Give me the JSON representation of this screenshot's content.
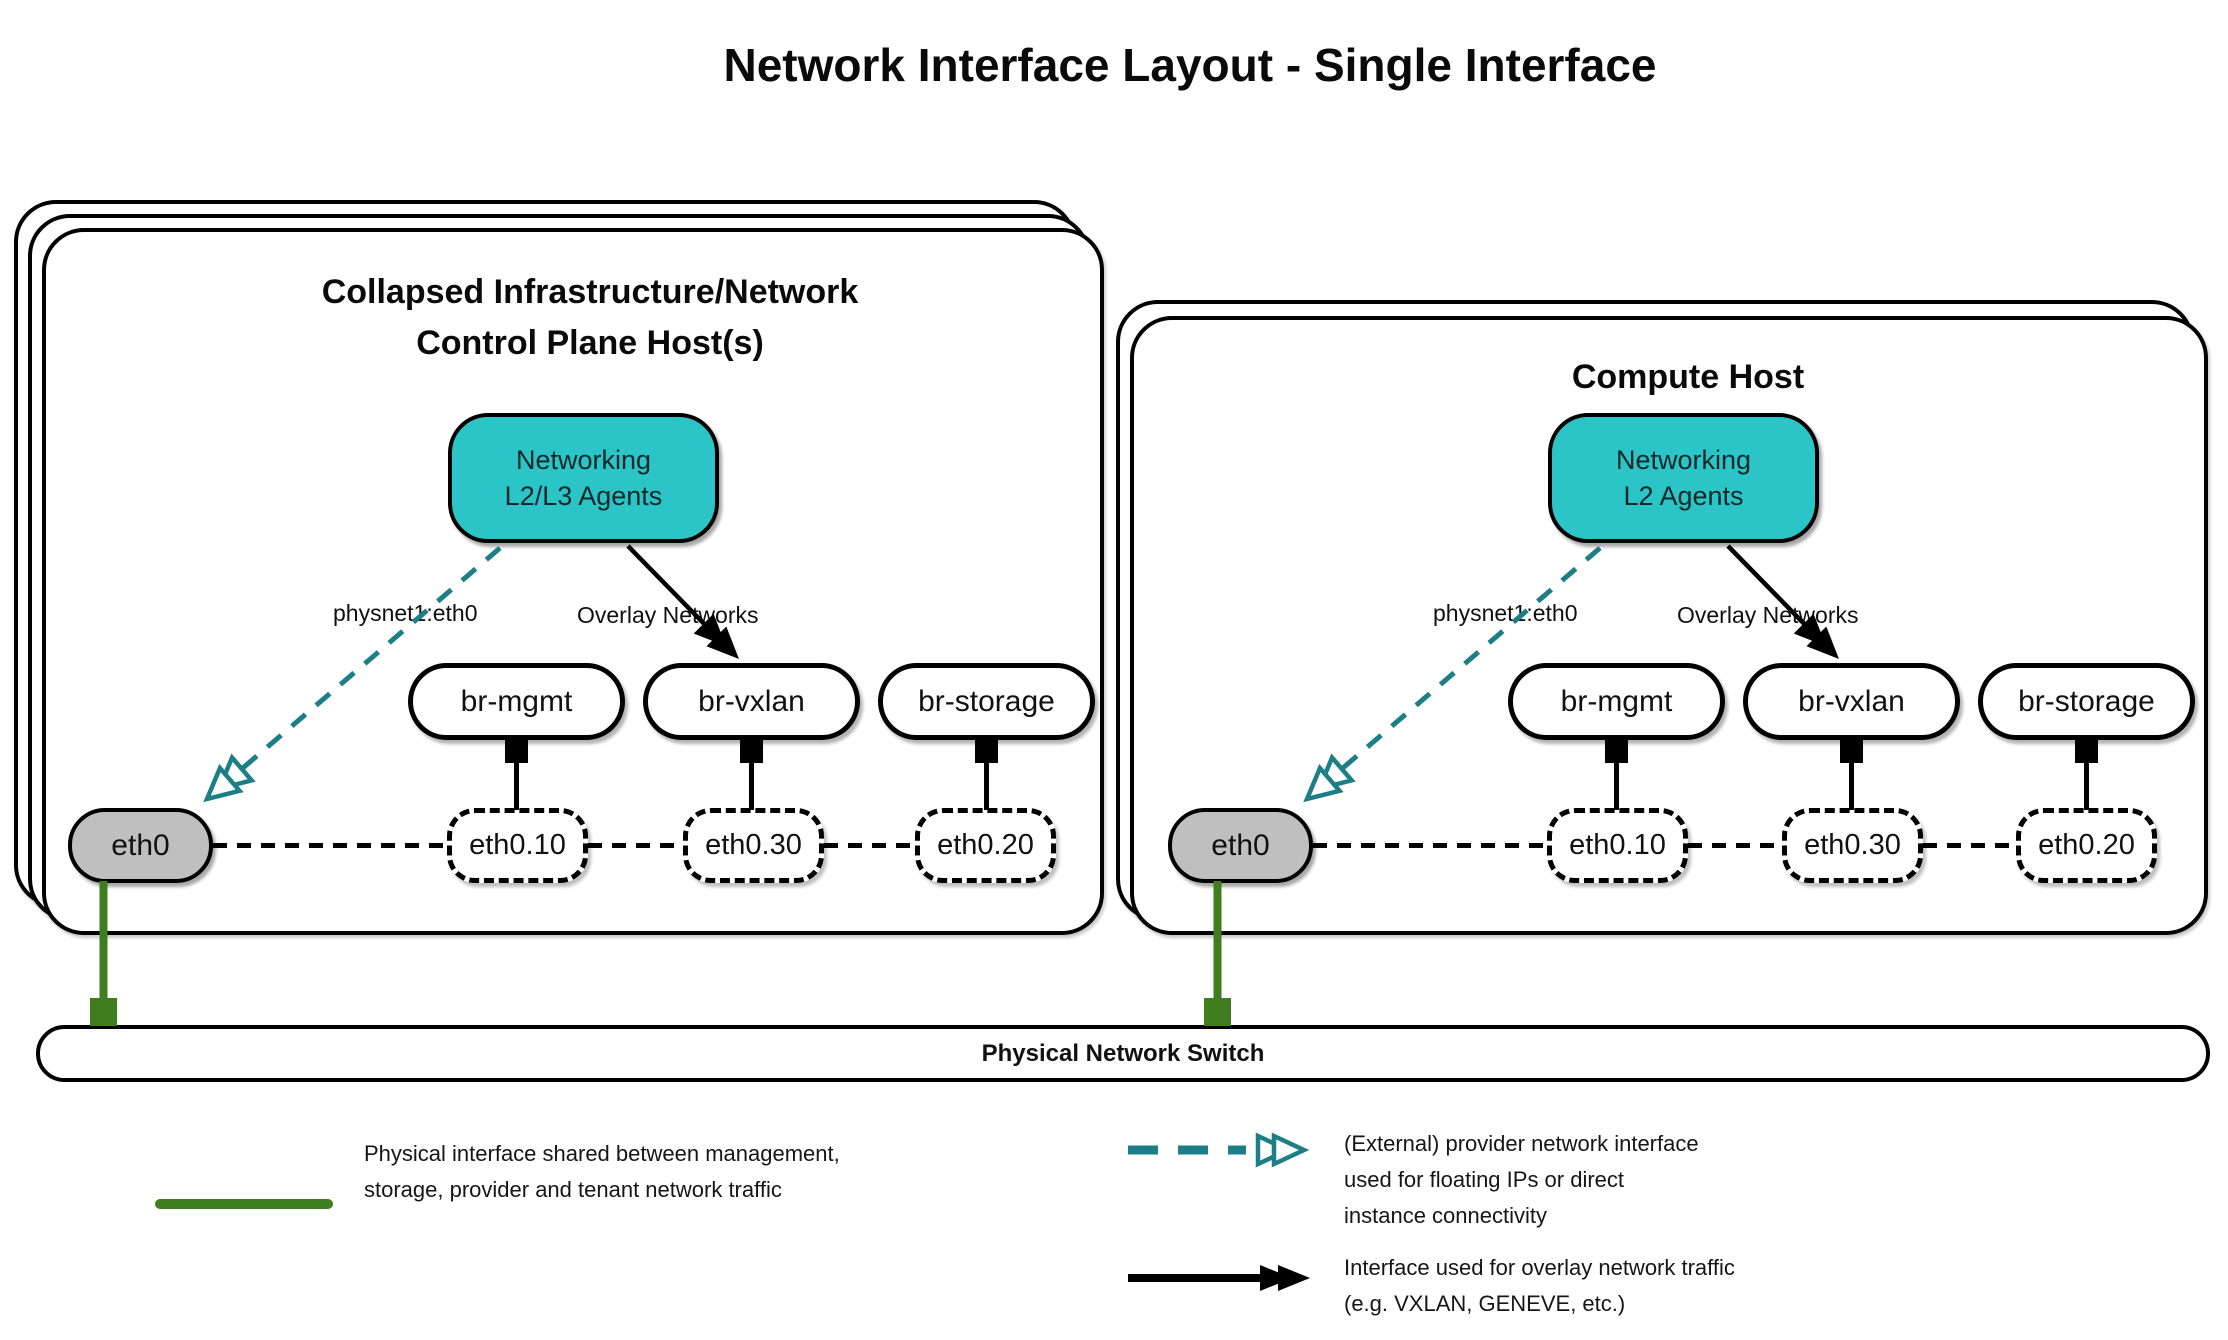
{
  "title": "Network Interface Layout - Single Interface",
  "colors": {
    "teal": "#2cc5c7",
    "teal_dark": "#1c7f87",
    "green": "#3e7e1e",
    "gray": "#bfbfbf",
    "ink": "#000000"
  },
  "left_host": {
    "title_line1": "Collapsed Infrastructure/Network",
    "title_line2": "Control Plane Host(s)",
    "agent_line1": "Networking",
    "agent_line2": "L2/L3 Agents",
    "provider_label": "physnet1:eth0",
    "overlay_label": "Overlay Networks",
    "bridges": [
      "br-mgmt",
      "br-vxlan",
      "br-storage"
    ],
    "vlans": [
      "eth0.10",
      "eth0.30",
      "eth0.20"
    ],
    "phys_interface": "eth0"
  },
  "right_host": {
    "title": "Compute Host",
    "agent_line1": "Networking",
    "agent_line2": "L2 Agents",
    "provider_label": "physnet1:eth0",
    "overlay_label": "Overlay Networks",
    "bridges": [
      "br-mgmt",
      "br-vxlan",
      "br-storage"
    ],
    "vlans": [
      "eth0.10",
      "eth0.30",
      "eth0.20"
    ],
    "phys_interface": "eth0"
  },
  "switch": {
    "label": "Physical Network Switch"
  },
  "legend": {
    "physical": {
      "line1": "Physical interface shared between management,",
      "line2": "storage, provider and tenant network traffic"
    },
    "provider": {
      "line1": "(External) provider network interface",
      "line2": "used for floating IPs or direct",
      "line3": "instance connectivity"
    },
    "overlay": {
      "line1": "Interface used for overlay network traffic",
      "line2": "(e.g. VXLAN, GENEVE, etc.)"
    }
  }
}
